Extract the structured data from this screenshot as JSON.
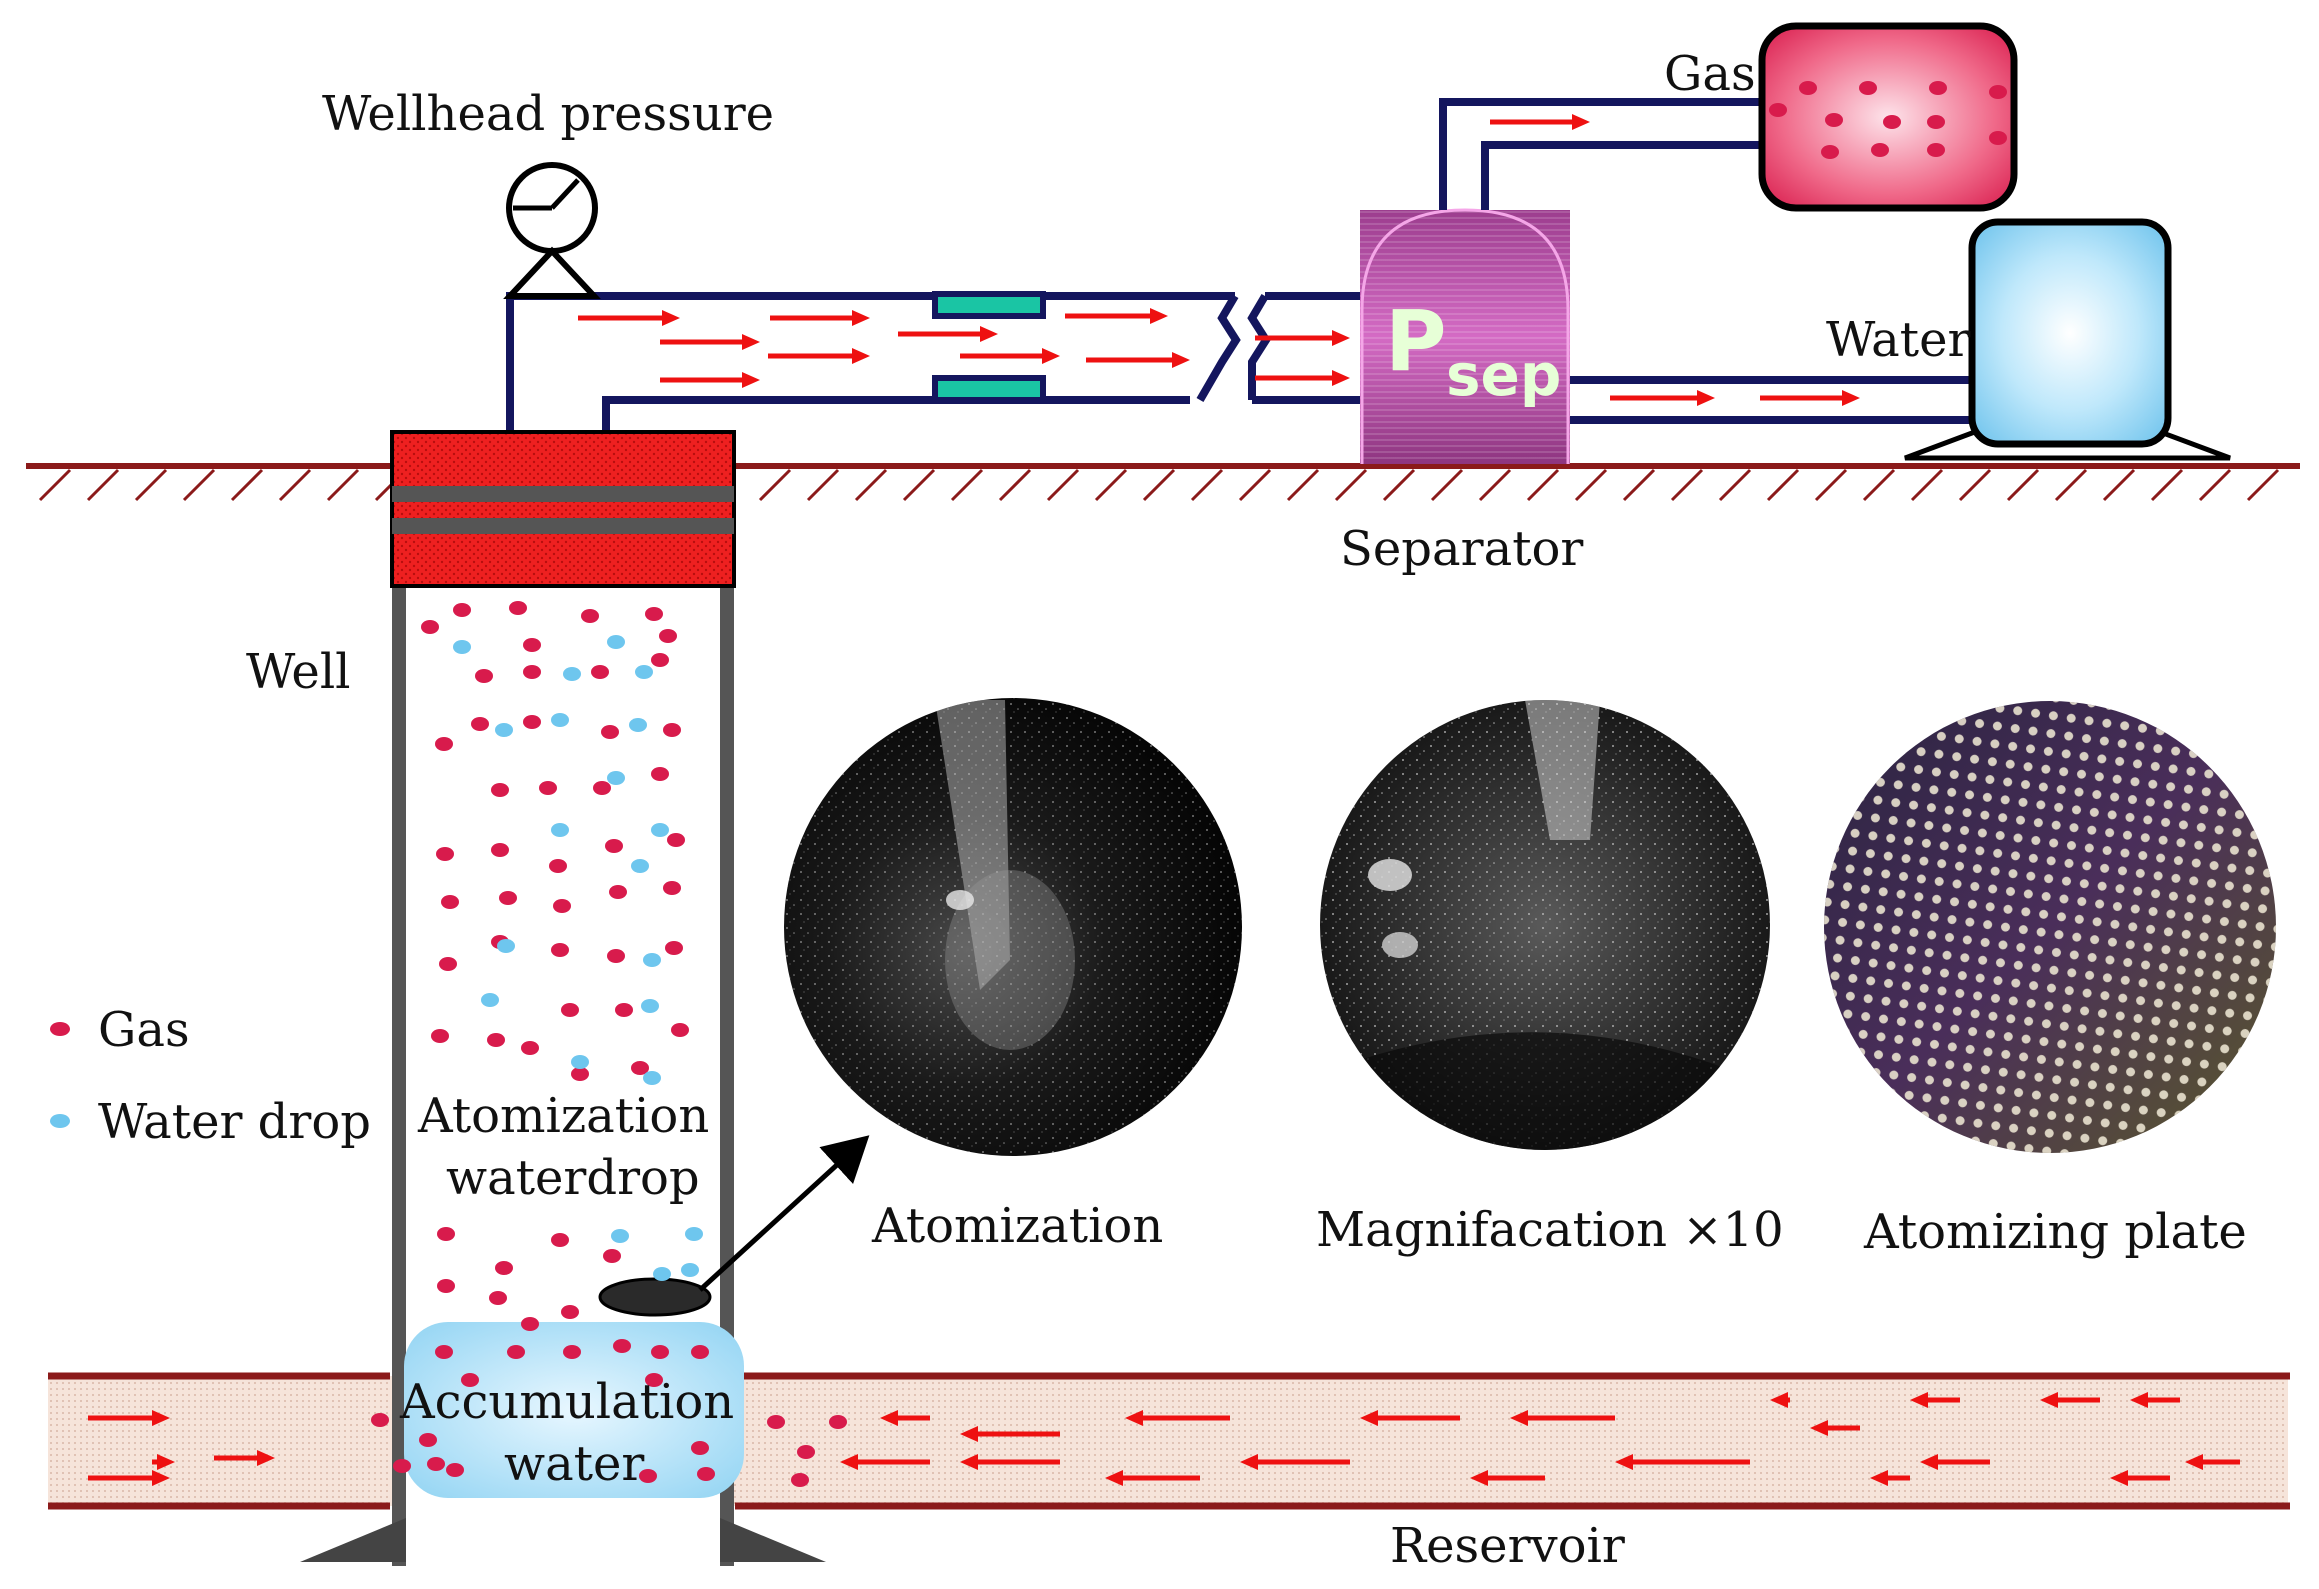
{
  "labels": {
    "wellhead_pressure": "Wellhead pressure",
    "gas_tank": "Gas",
    "water_tank": "Water",
    "separator": "Separator",
    "psep_main": "P",
    "psep_sub": "sep",
    "well": "Well",
    "legend_gas": "Gas",
    "legend_water": "Water drop",
    "atomization_waterdrop_line1": "Atomization",
    "atomization_waterdrop_line2": "waterdrop",
    "accumulation_line1": "Accumulation",
    "accumulation_line2": "water",
    "reservoir": "Reservoir",
    "photo_atomization": "Atomization",
    "photo_magnification": "Magnifacation ×10",
    "photo_plate": "Atomizing plate"
  },
  "colors": {
    "pipe": "#14165e",
    "flow_arrow": "#ee1111",
    "gas_dot": "#d81b4c",
    "water_dot": "#6ec6ee",
    "wellhead": "#ee2222",
    "separator": "#b64aa6",
    "gas_tank": "#e8365e",
    "water_tank": "#8ed3f2",
    "reservoir_fill": "#f4ddd2",
    "ground": "#8b1a1a"
  }
}
